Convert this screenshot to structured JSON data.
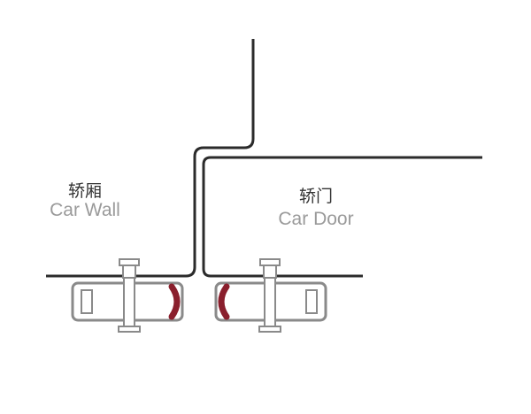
{
  "labels": {
    "car_wall_cn": "轿厢",
    "car_wall_en": "Car Wall",
    "car_door_cn": "轿门",
    "car_door_en": "Car Door"
  },
  "colors": {
    "line": "#2b2b2b",
    "outline": "#8a8a8a",
    "seal": "#8a1f2d",
    "label_en": "#9a9a9a",
    "label_cn": "#333333"
  }
}
